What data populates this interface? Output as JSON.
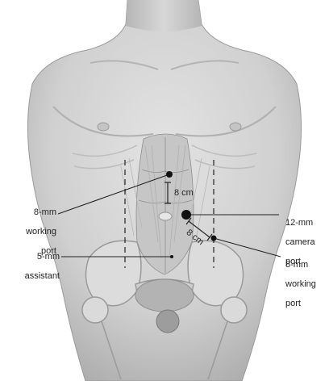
{
  "labels": {
    "left_working_port": [
      "8-mm",
      "working",
      "port"
    ],
    "assistant_port": [
      "5-mm",
      "assistant"
    ],
    "camera_port": [
      "12-mm",
      "camera",
      "port"
    ],
    "right_working_port": [
      "8-mm",
      "working",
      "port"
    ]
  },
  "measurements": {
    "vertical": "8 cm",
    "diagonal": "8 cm"
  },
  "colors": {
    "skin": "#d2d2d2",
    "skin_shadow": "#a9a9a9",
    "lines": "#222222",
    "port_marker": "#111111"
  }
}
